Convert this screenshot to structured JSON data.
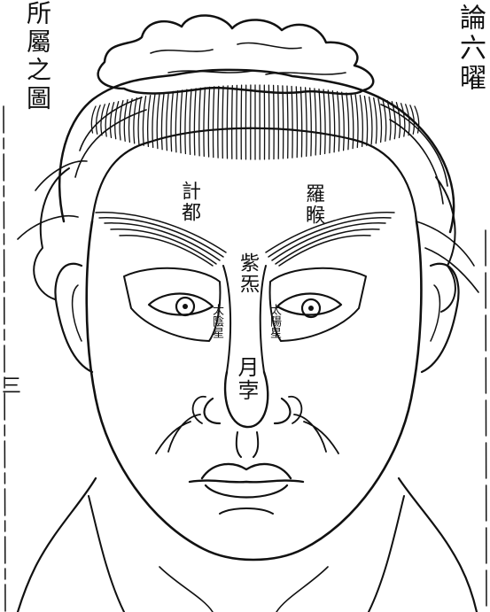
{
  "title_right": "論六曜",
  "title_left": "所屬之圖",
  "margin_mark": "三",
  "labels": {
    "jidu": "計都",
    "luohou": "羅睺",
    "ziqi": "紫炁",
    "taiyin": "太陰星",
    "taiyang": "太陽星",
    "yuebei": "月孛"
  }
}
